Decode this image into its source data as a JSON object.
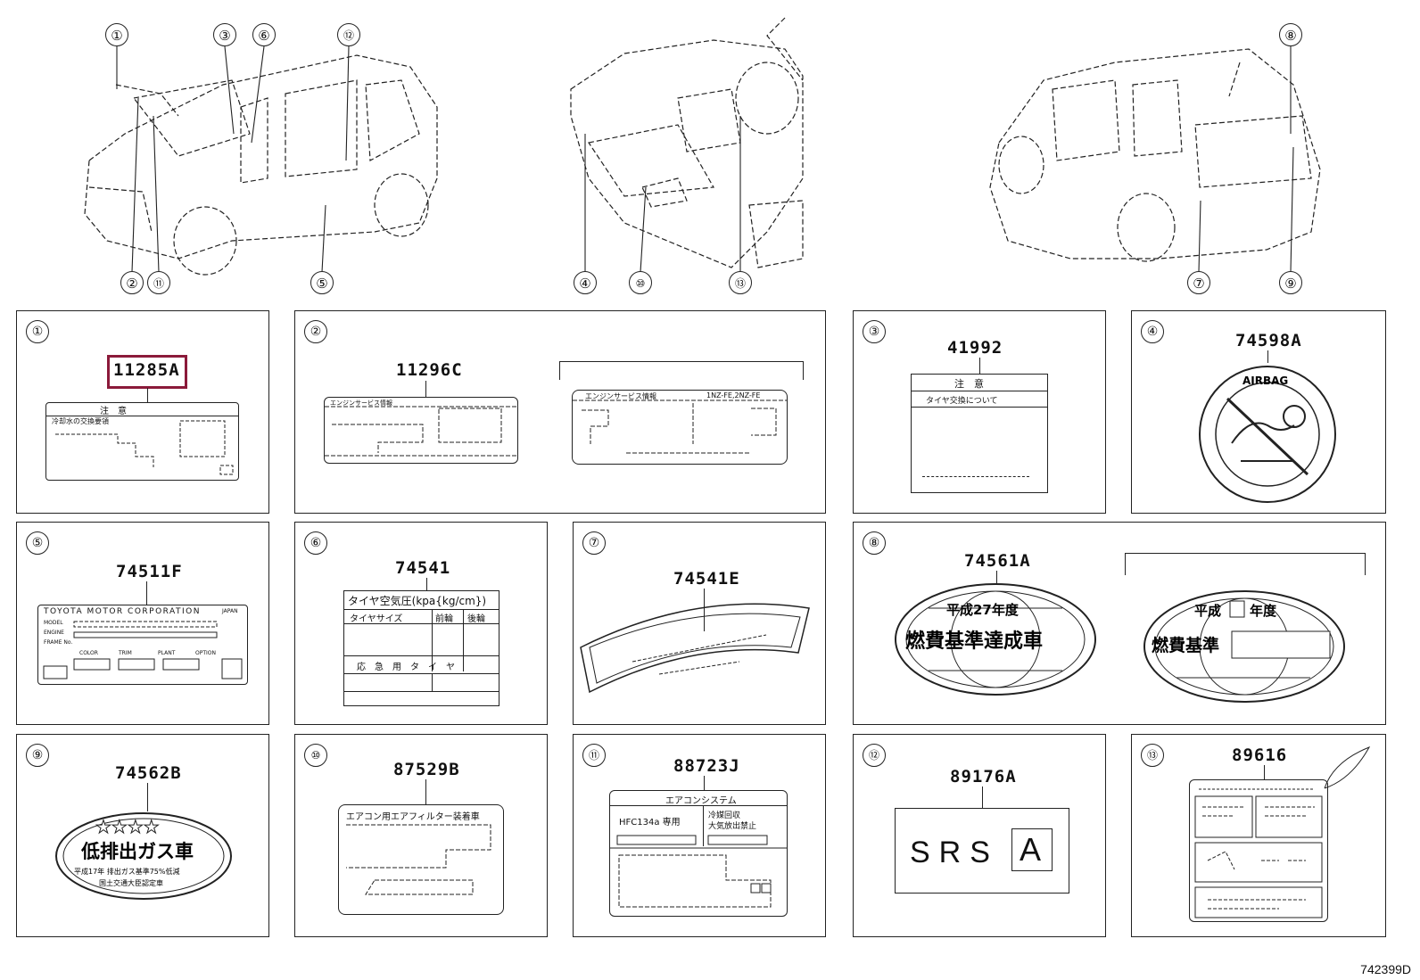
{
  "callouts_top": [
    "①",
    "②",
    "③",
    "④",
    "⑤",
    "⑥",
    "⑦",
    "⑧",
    "⑨",
    "⑩",
    "⑪",
    "⑫",
    "⑬"
  ],
  "panels": [
    {
      "num": "①",
      "part": "11285A",
      "label_text": [
        "注　意",
        "冷却水の交換要領"
      ]
    },
    {
      "num": "②",
      "part": "11296C",
      "label_text": [
        "エンジンサービス情報",
        "エンジンサービス情報",
        "1NZ-FE,2NZ-FE"
      ]
    },
    {
      "num": "③",
      "part": "41992",
      "label_text": [
        "注　意",
        "タイヤ交換について"
      ]
    },
    {
      "num": "④",
      "part": "74598A",
      "label_text": [
        "AIRBAG"
      ]
    },
    {
      "num": "⑤",
      "part": "74511F",
      "label_text": [
        "TOYOTA MOTOR CORPORATION",
        "JAPAN",
        "MODEL",
        "ENGINE",
        "FRAME No.",
        "COLOR",
        "TRIM",
        "PLANT",
        "OPTION"
      ]
    },
    {
      "num": "⑥",
      "part": "74541",
      "label_text": [
        "タイヤ空気圧(kpa{kg/cm})",
        "タイヤサイズ",
        "前輪",
        "後輪",
        "応　急　用　タ　イ　ヤ"
      ]
    },
    {
      "num": "⑦",
      "part": "74541E",
      "label_text": []
    },
    {
      "num": "⑧",
      "part": "74561A",
      "label_text": [
        "平成27年度",
        "燃費基準達成車",
        "平成",
        "年度",
        "燃費基準"
      ]
    },
    {
      "num": "⑨",
      "part": "74562B",
      "label_text": [
        "★★★★",
        "低排出ガス車",
        "平成17年 排出ガス基準75%低減",
        "国土交通大臣認定車"
      ]
    },
    {
      "num": "⑩",
      "part": "87529B",
      "label_text": [
        "エアコン用エアフィルター装着車"
      ]
    },
    {
      "num": "⑪",
      "part": "88723J",
      "label_text": [
        "エアコンシステム",
        "HFC134a 専用",
        "冷媒回収",
        "大気放出禁止"
      ]
    },
    {
      "num": "⑫",
      "part": "89176A",
      "label_text": [
        "SRS",
        "A"
      ]
    },
    {
      "num": "⑬",
      "part": "89616",
      "label_text": []
    }
  ],
  "figure_code": "742399D",
  "highlight_color": "#8b1a3a"
}
